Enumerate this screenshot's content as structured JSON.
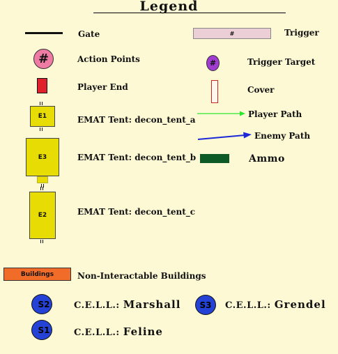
{
  "title": "Legend",
  "left": {
    "gate": "Gate",
    "action_points": {
      "label": "Action Points",
      "symbol": "#"
    },
    "player_end": "Player End",
    "tent_a": {
      "label": "EMAT Tent: decon_tent_a",
      "code": "E1"
    },
    "tent_b": {
      "label": "EMAT Tent: decon_tent_b",
      "code": "E3"
    },
    "tent_c": {
      "label": "EMAT Tent: decon_tent_c",
      "code": "E2"
    },
    "buildings": {
      "label": "Non-Interactable Buildings",
      "box_text": "Buildings"
    }
  },
  "right": {
    "trigger": {
      "label": "Trigger",
      "symbol": "#"
    },
    "trigger_target": {
      "label": "Trigger Target",
      "symbol": "#"
    },
    "cover": "Cover",
    "player_path": "Player Path",
    "enemy_path": "Enemy Path",
    "ammo": "Ammo"
  },
  "cells": [
    {
      "code": "S2",
      "prefix": "C.E.L.L.:",
      "name": "Marshall"
    },
    {
      "code": "S3",
      "prefix": "C.E.L.L.:",
      "name": "Grendel"
    },
    {
      "code": "S1",
      "prefix": "C.E.L.L.:",
      "name": "Feline"
    }
  ],
  "colors": {
    "background": "#fdf9d5",
    "tent": "#e8dc05",
    "action_points": "#ee7ba3",
    "player_end": "#e0202a",
    "trigger": "#ebcfd4",
    "trigger_target": "#a03ccf",
    "cover": "#cc2222",
    "player_path": "#2ee62e",
    "enemy_path": "#1a28d8",
    "ammo": "#0e5a27",
    "buildings": "#f06c28",
    "cell": "#2443d6"
  }
}
